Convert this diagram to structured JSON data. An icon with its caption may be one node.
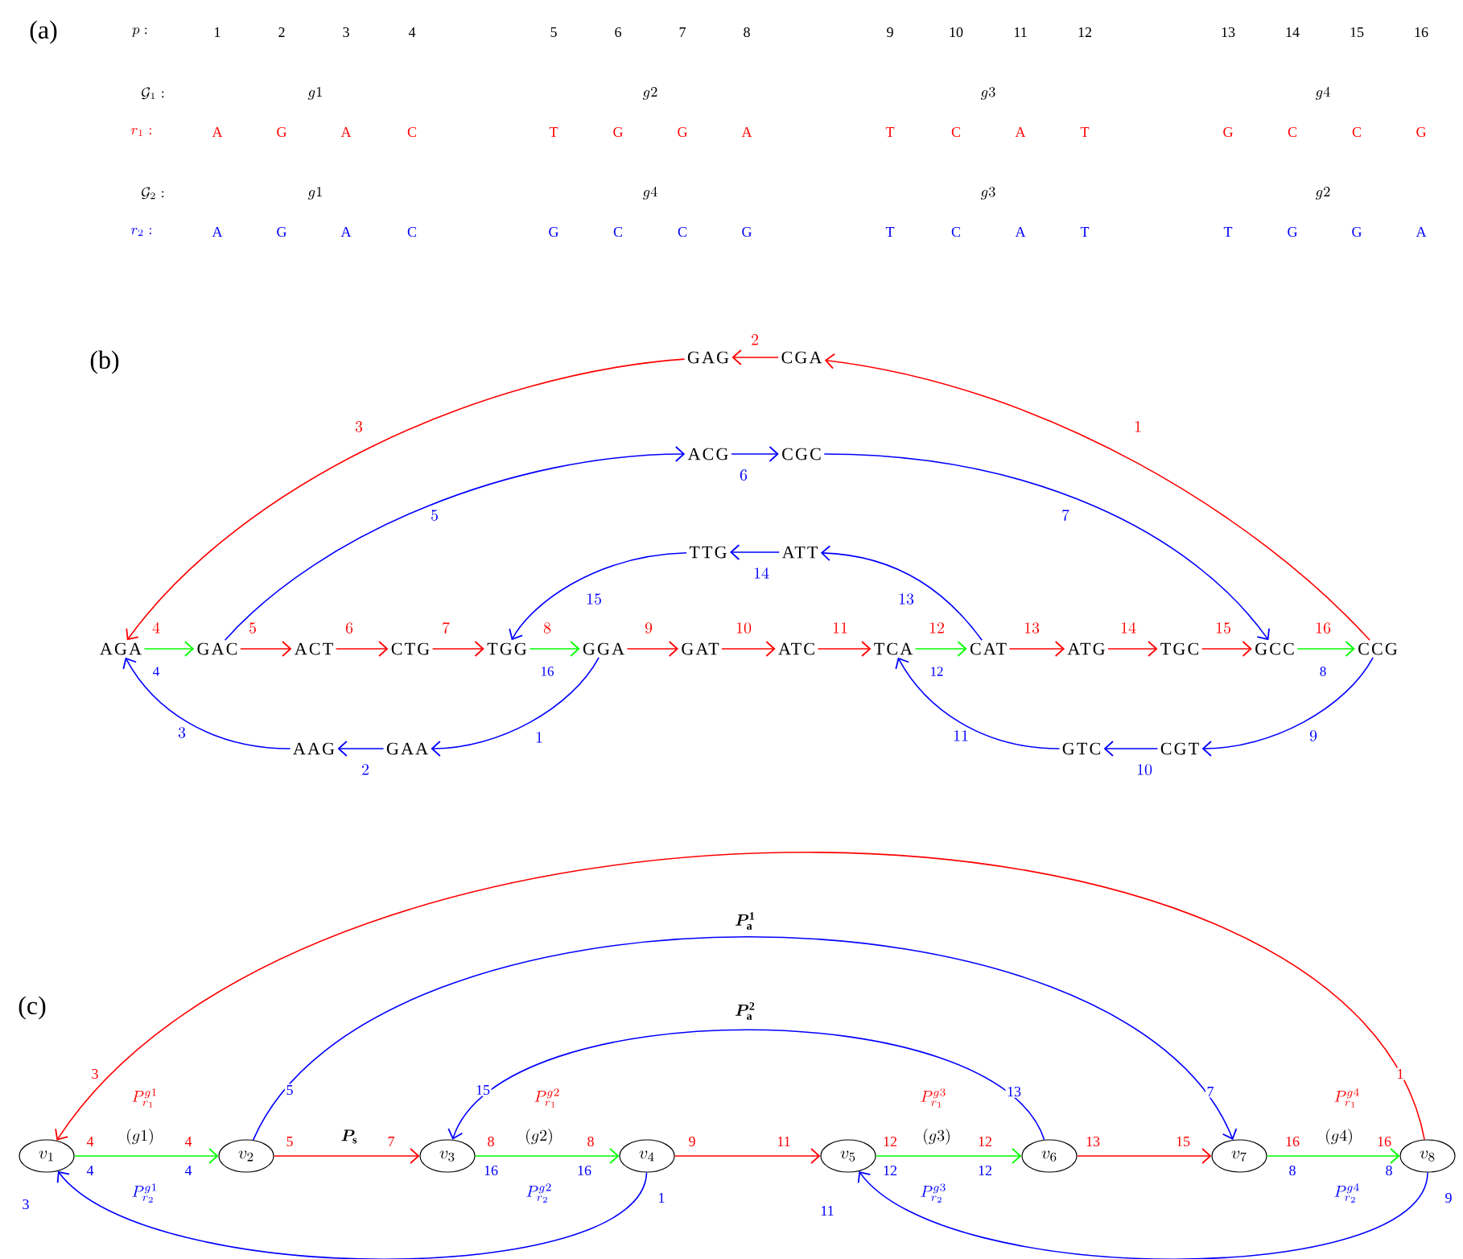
{
  "diagram": {
    "nodes": [
      {
        "text": [
          "GAG"
        ]
      },
      {
        "text": [
          "CGA"
        ]
      },
      {
        "text": [
          "ACG"
        ]
      },
      {
        "text": [
          "CGC"
        ]
      },
      {
        "text": [
          "TTG"
        ]
      },
      {
        "text": [
          "ATT"
        ]
      },
      {
        "text": [
          "AGA"
        ]
      },
      {
        "text": [
          "GAC"
        ]
      },
      {
        "text": [
          "ACT"
        ]
      },
      {
        "text": [
          "CTG"
        ]
      },
      {
        "text": [
          "TGG"
        ]
      },
      {
        "text": [
          "GGA"
        ]
      },
      {
        "text": [
          "GAT"
        ]
      },
      {
        "text": [
          "ATC"
        ]
      },
      {
        "text": [
          "TCA"
        ]
      },
      {
        "text": [
          "CAT"
        ]
      },
      {
        "text": [
          "ATG"
        ]
      },
      {
        "text": [
          "TGC"
        ]
      },
      {
        "text": [
          "GCC"
        ]
      },
      {
        "text": [
          "CCG"
        ]
      },
      {
        "text": [
          "AAG"
        ]
      },
      {
        "text": [
          "GAA"
        ]
      },
      {
        "text": [
          "GTC"
        ]
      },
      {
        "text": [
          "CGT"
        ]
      },
      {
        "text": [
          "v_1"
        ]
      },
      {
        "text": [
          "v_2"
        ]
      },
      {
        "text": [
          "v_3"
        ]
      },
      {
        "text": [
          "v_4"
        ]
      },
      {
        "text": [
          "v_5"
        ]
      },
      {
        "text": [
          "v_6"
        ]
      },
      {
        "text": [
          "v_7"
        ]
      },
      {
        "text": [
          "v_8"
        ]
      }
    ],
    "edges": [
      {
        "from": 19,
        "to": 1,
        "arrow": "to",
        "label": "1",
        "color": "#ff0000"
      },
      {
        "from": 1,
        "to": 0,
        "arrow": "to",
        "label": "2",
        "color": "#ff0000"
      },
      {
        "from": 0,
        "to": 6,
        "arrow": "to",
        "label": "3",
        "color": "#ff0000"
      },
      {
        "from": 6,
        "to": 7,
        "arrow": "to",
        "label": "4",
        "color": "#00ff00"
      },
      {
        "from": 7,
        "to": 8,
        "arrow": "to",
        "label": "5",
        "color": "#ff0000"
      },
      {
        "from": 8,
        "to": 9,
        "arrow": "to",
        "label": "6",
        "color": "#ff0000"
      },
      {
        "from": 9,
        "to": 10,
        "arrow": "to",
        "label": "7",
        "color": "#ff0000"
      },
      {
        "from": 10,
        "to": 11,
        "arrow": "to",
        "label": "8",
        "color": "#00ff00"
      },
      {
        "from": 11,
        "to": 12,
        "arrow": "to",
        "label": "9",
        "color": "#ff0000"
      },
      {
        "from": 12,
        "to": 13,
        "arrow": "to",
        "label": "10",
        "color": "#ff0000"
      },
      {
        "from": 13,
        "to": 14,
        "arrow": "to",
        "label": "11",
        "color": "#ff0000"
      },
      {
        "from": 14,
        "to": 15,
        "arrow": "to",
        "label": "12",
        "color": "#00ff00"
      },
      {
        "from": 15,
        "to": 16,
        "arrow": "to",
        "label": "13",
        "color": "#ff0000"
      },
      {
        "from": 16,
        "to": 17,
        "arrow": "to",
        "label": "14",
        "color": "#ff0000"
      },
      {
        "from": 17,
        "to": 18,
        "arrow": "to",
        "label": "15",
        "color": "#ff0000"
      },
      {
        "from": 18,
        "to": 19,
        "arrow": "to",
        "label": "16",
        "color": "#00ff00"
      },
      {
        "from": 11,
        "to": 21,
        "arrow": "to",
        "label": "1",
        "color": "#0000ff"
      },
      {
        "from": 21,
        "to": 20,
        "arrow": "to",
        "label": "2",
        "color": "#0000ff"
      },
      {
        "from": 20,
        "to": 6,
        "arrow": "to",
        "label": "3",
        "color": "#0000ff"
      },
      {
        "from": 7,
        "to": 2,
        "arrow": "to",
        "label": "5",
        "color": "#0000ff"
      },
      {
        "from": 2,
        "to": 3,
        "arrow": "to",
        "label": "6",
        "color": "#0000ff"
      },
      {
        "from": 3,
        "to": 18,
        "arrow": "to",
        "label": "7",
        "color": "#0000ff"
      },
      {
        "from": 19,
        "to": 23,
        "arrow": "to",
        "label": "9",
        "color": "#0000ff"
      },
      {
        "from": 23,
        "to": 22,
        "arrow": "to",
        "label": "10",
        "color": "#0000ff"
      },
      {
        "from": 22,
        "to": 14,
        "arrow": "to",
        "label": "11",
        "color": "#0000ff"
      },
      {
        "from": 15,
        "to": 5,
        "arrow": "to",
        "label": "13",
        "color": "#0000ff"
      },
      {
        "from": 5,
        "to": 4,
        "arrow": "to",
        "label": "14",
        "color": "#0000ff"
      },
      {
        "from": 4,
        "to": 10,
        "arrow": "to",
        "label": "15",
        "color": "#0000ff"
      },
      {
        "from": 24,
        "to": 25,
        "arrow": "to",
        "label": "(g1)",
        "color": "#00ff00"
      },
      {
        "from": 25,
        "to": 26,
        "arrow": "to",
        "label": "\\boldsymbol{P}_{\\mathbf{s}}",
        "color": "#ff0000"
      },
      {
        "from": 26,
        "to": 27,
        "arrow": "to",
        "label": "(g2)",
        "color": "#00ff00"
      },
      {
        "from": 27,
        "to": 28,
        "arrow": "to",
        "color": "#ff0000"
      },
      {
        "from": 28,
        "to": 29,
        "arrow": "to",
        "label": "(g3)",
        "color": "#00ff00"
      },
      {
        "from": 29,
        "to": 30,
        "arrow": "to",
        "color": "#ff0000"
      },
      {
        "from": 30,
        "to": 31,
        "arrow": "to",
        "label": "(g4)",
        "color": "#00ff00"
      },
      {
        "from": 31,
        "to": 24,
        "arrow": "to",
        "color": "#ff0000"
      },
      {
        "from": 25,
        "to": 30,
        "arrow": "to",
        "label": "\\boldsymbol{P}_{\\mathbf{a}}^{\\mathbf{1}}",
        "color": "#0000ff"
      },
      {
        "from": 29,
        "to": 26,
        "arrow": "to",
        "label": "\\boldsymbol{P}_{\\mathbf{a}}^{\\mathbf{2}}",
        "color": "#0000ff"
      },
      {
        "from": 27,
        "to": 24,
        "arrow": "to",
        "color": "#0000ff"
      },
      {
        "from": 31,
        "to": 28,
        "arrow": "to",
        "color": "#0000ff"
      }
    ],
    "labels": [
      "(a)",
      "p :",
      "1",
      "2",
      "3",
      "4",
      "5",
      "6",
      "7",
      "8",
      "9",
      "10",
      "11",
      "12",
      "13",
      "14",
      "15",
      "16",
      "\\mathcal{G}_1 :",
      "g1",
      "g2",
      "g3",
      "g4",
      "r_1:",
      "A",
      "G",
      "A",
      "C",
      "T",
      "G",
      "G",
      "A",
      "T",
      "C",
      "A",
      "T",
      "G",
      "C",
      "C",
      "G",
      "\\mathcal{G}_2 :",
      "g1",
      "g4",
      "g3",
      "g2",
      "r_2:",
      "A",
      "G",
      "A",
      "C",
      "G",
      "C",
      "C",
      "G",
      "T",
      "C",
      "A",
      "T",
      "T",
      "G",
      "G",
      "A",
      "(b)",
      "4",
      "16",
      "12",
      "8",
      "(c)",
      "3",
      "5",
      "15",
      "13",
      "7",
      "1",
      "P_{r_1}^{g1}",
      "P_{r_1}^{g2}",
      "P_{r_1}^{g3}",
      "P_{r_1}^{g4}",
      "4",
      "4",
      "5",
      "7",
      "8",
      "8",
      "9",
      "11",
      "12",
      "12",
      "13",
      "15",
      "16",
      "16",
      "4",
      "4",
      "16",
      "16",
      "12",
      "12",
      "8",
      "8",
      "P_{r_2}^{g1}",
      "P_{r_2}^{g2}",
      "P_{r_2}^{g3}",
      "P_{r_2}^{g4}",
      "1",
      "9",
      "3",
      "11"
    ]
  }
}
